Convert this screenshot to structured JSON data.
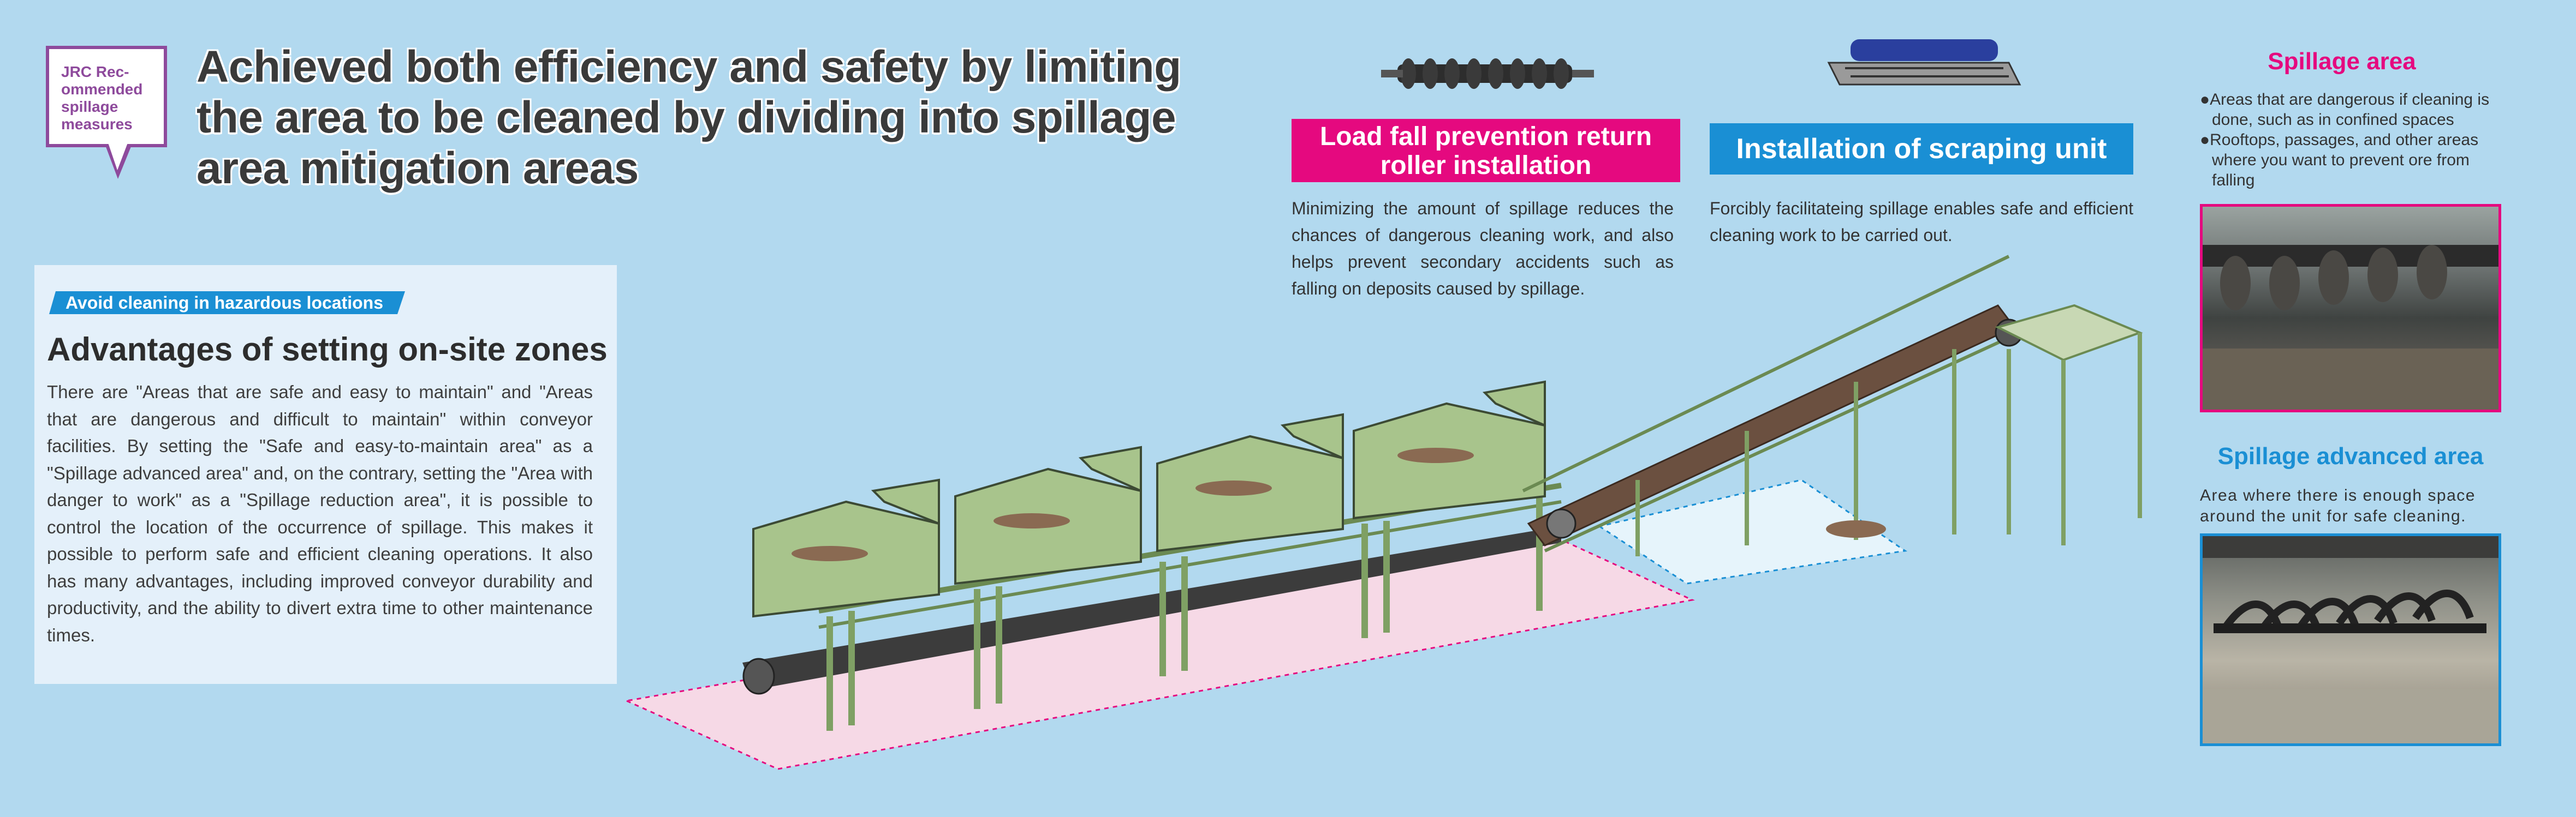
{
  "badge": {
    "text": "JRC Rec-\nommended\nspillage\nmeasures"
  },
  "title": "Achieved both efficiency and safety by limiting the area to be cleaned by dividing into spillage area mitigation areas",
  "advantages": {
    "tag": "Avoid cleaning in hazardous locations",
    "heading": "Advantages of setting on-site zones",
    "body": "There are \"Areas that are safe and easy to maintain\" and \"Areas that are dangerous and difficult to maintain\" within conveyor facilities. By setting the \"Safe and easy-to-maintain area\" as a \"Spillage advanced area\" and, on the contrary, setting the \"Area with danger to work\" as a \"Spillage reduction area\", it is possible to control the location of the occurrence of spillage. This makes it possible to perform safe and efficient cleaning operations. It also has many advantages, including improved conveyor durability and productivity, and the ability to divert extra time to other maintenance times."
  },
  "roller": {
    "banner": "Load fall prevention return roller installation",
    "desc": "Minimizing the amount of spillage reduces the chances of dangerous cleaning work, and also helps prevent secondary accidents such as falling on deposits caused by spillage."
  },
  "scraper": {
    "banner": "Installation of scraping unit",
    "desc": "Forcibly facilitateing spillage enables safe and efficient cleaning work to be carried out."
  },
  "spillage_area": {
    "title": "Spillage area",
    "items": [
      "●Areas that are dangerous if cleaning is done, such as in confined spaces",
      "●Rooftops, passages, and other areas where you want to prevent ore from falling"
    ]
  },
  "spillage_advanced_area": {
    "title": "Spillage advanced area",
    "desc": "Area where there is enough space around the unit for safe cleaning."
  },
  "colors": {
    "background": "#b2d9ef",
    "magenta": "#e5097f",
    "blue": "#1a8fd4",
    "purple": "#8e4a9c",
    "machine_green": "#a8c48c"
  }
}
